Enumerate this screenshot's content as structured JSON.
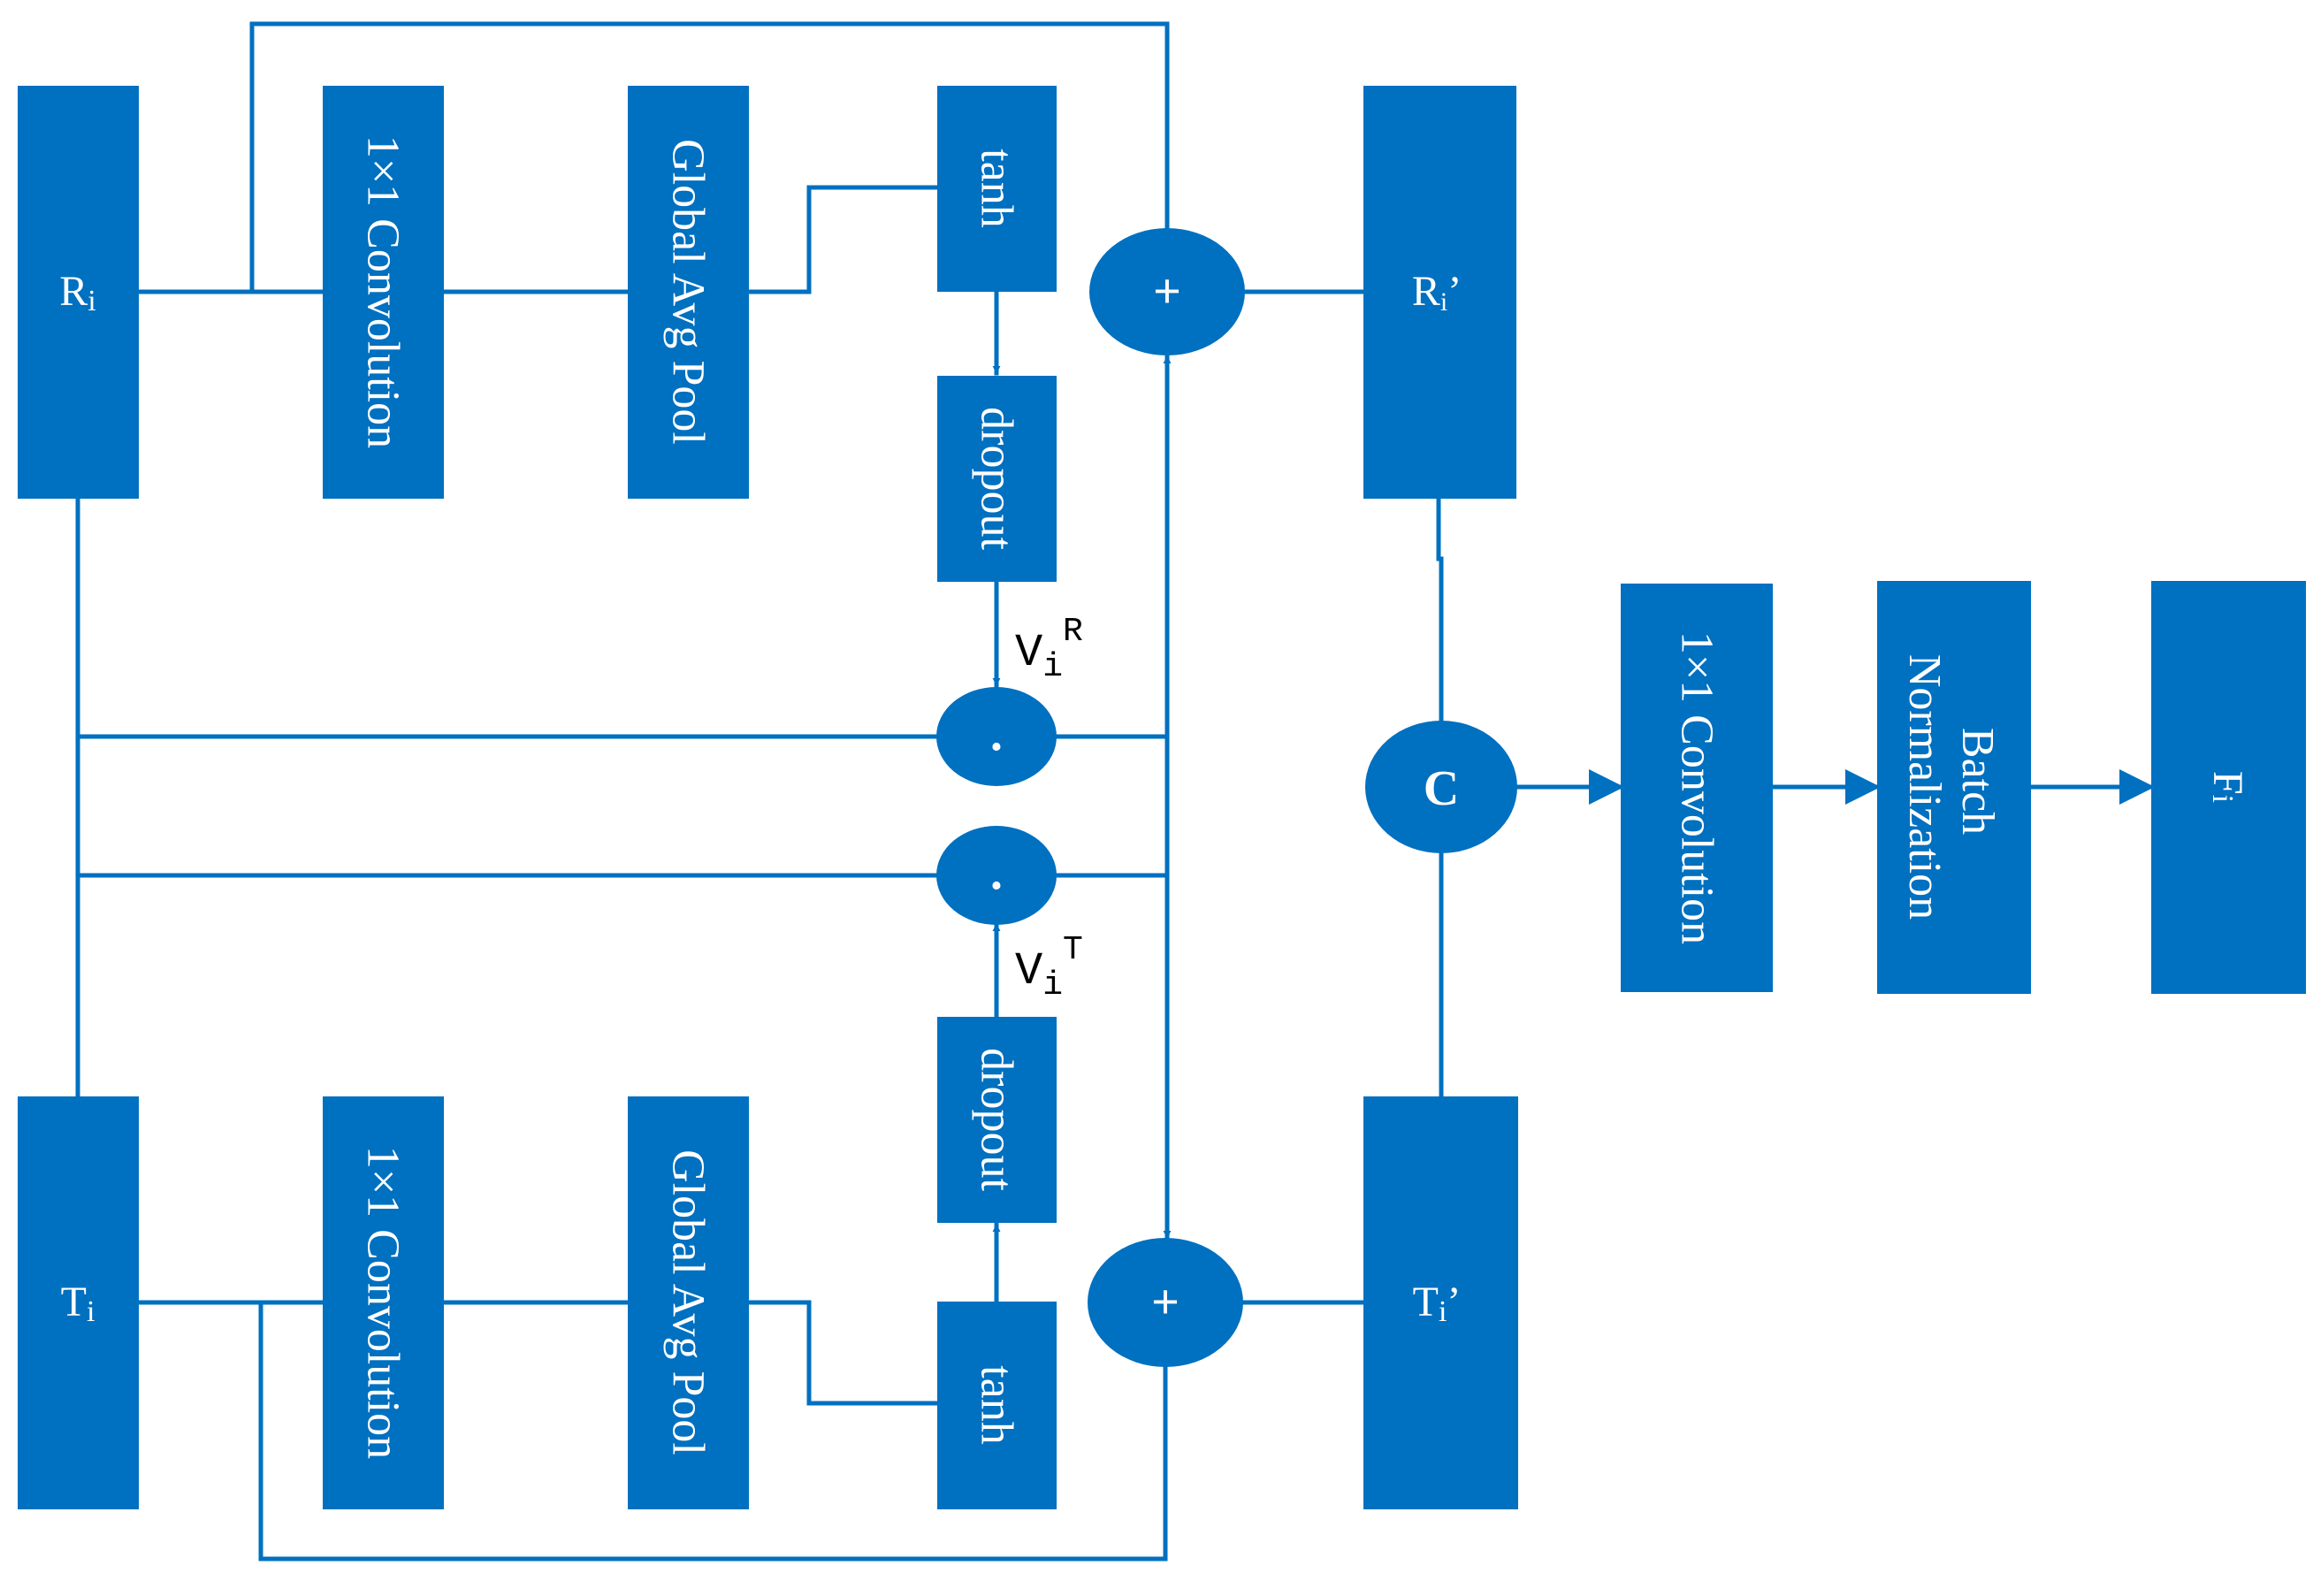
{
  "colors": {
    "block": "#0070c0",
    "line": "#0070c0",
    "text": "#ffffff",
    "label": "#000000"
  },
  "blocks": {
    "r_input": "R",
    "r_input_sub": "i",
    "t_input": "T",
    "t_input_sub": "i",
    "conv_top": "1×1 Convolution",
    "pool_top": "Global Avg Pool",
    "tanh_top": "tanh",
    "dropout_top": "dropout",
    "conv_bottom": "1×1 Convolution",
    "pool_bottom": "Global Avg Pool",
    "tanh_bottom": "tanh",
    "dropout_bottom": "dropout",
    "r_prime": "R",
    "r_prime_sub": "i",
    "r_prime_mark": "’",
    "t_prime": "T",
    "t_prime_sub": "i",
    "t_prime_mark": "’",
    "conv_fuse": "1×1 Convolution",
    "bn_line1": "Batch",
    "bn_line2": "Normalization",
    "f_output": "F",
    "f_output_sub": "i"
  },
  "nodes": {
    "add_top": "+",
    "add_bottom": "+",
    "mul_top": "·",
    "mul_bottom": "·",
    "concat": "C"
  },
  "labels": {
    "v_r": "V",
    "v_r_sub": "i",
    "v_r_sup": "R",
    "v_t": "V",
    "v_t_sub": "i",
    "v_t_sup": "T"
  }
}
